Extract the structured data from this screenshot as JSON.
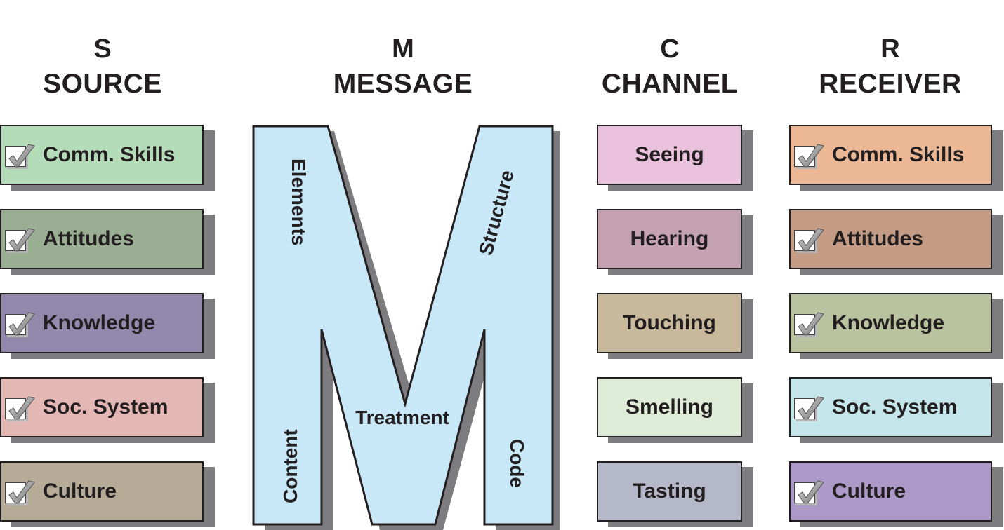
{
  "title": "SMCR Model of Communication",
  "headers": [
    {
      "letter": "S",
      "word": "SOURCE"
    },
    {
      "letter": "M",
      "word": "MESSAGE"
    },
    {
      "letter": "C",
      "word": "CHANNEL"
    },
    {
      "letter": "R",
      "word": "RECEIVER"
    }
  ],
  "source": {
    "items": [
      {
        "label": "Comm. Skills",
        "color": "#b5dcb9",
        "icon": "checkmark-icon"
      },
      {
        "label": "Attitudes",
        "color": "#9aae94",
        "icon": "checkmark-icon"
      },
      {
        "label": "Knowledge",
        "color": "#9389ad",
        "icon": "checkmark-icon"
      },
      {
        "label": "Soc. System",
        "color": "#e2b7b4",
        "icon": "checkmark-icon"
      },
      {
        "label": "Culture",
        "color": "#b6ab97",
        "icon": "checkmark-icon"
      }
    ]
  },
  "message": {
    "color": "#c8e8f8",
    "labels": {
      "elements": "Elements",
      "structure": "Structure",
      "treatment": "Treatment",
      "content": "Content",
      "code": "Code"
    }
  },
  "channel": {
    "items": [
      {
        "label": "Seeing",
        "color": "#e9c1dd"
      },
      {
        "label": "Hearing",
        "color": "#c4a2b2"
      },
      {
        "label": "Touching",
        "color": "#c8b89c"
      },
      {
        "label": "Smelling",
        "color": "#deecd8"
      },
      {
        "label": "Tasting",
        "color": "#b5b8c9"
      }
    ]
  },
  "receiver": {
    "items": [
      {
        "label": "Comm. Skills",
        "color": "#ebb795",
        "icon": "checkmark-icon"
      },
      {
        "label": "Attitudes",
        "color": "#c49c85",
        "icon": "checkmark-icon"
      },
      {
        "label": "Knowledge",
        "color": "#bac3a0",
        "icon": "checkmark-icon"
      },
      {
        "label": "Soc. System",
        "color": "#c4e5ea",
        "icon": "checkmark-icon"
      },
      {
        "label": "Culture",
        "color": "#ac99c7",
        "icon": "checkmark-icon"
      }
    ]
  }
}
